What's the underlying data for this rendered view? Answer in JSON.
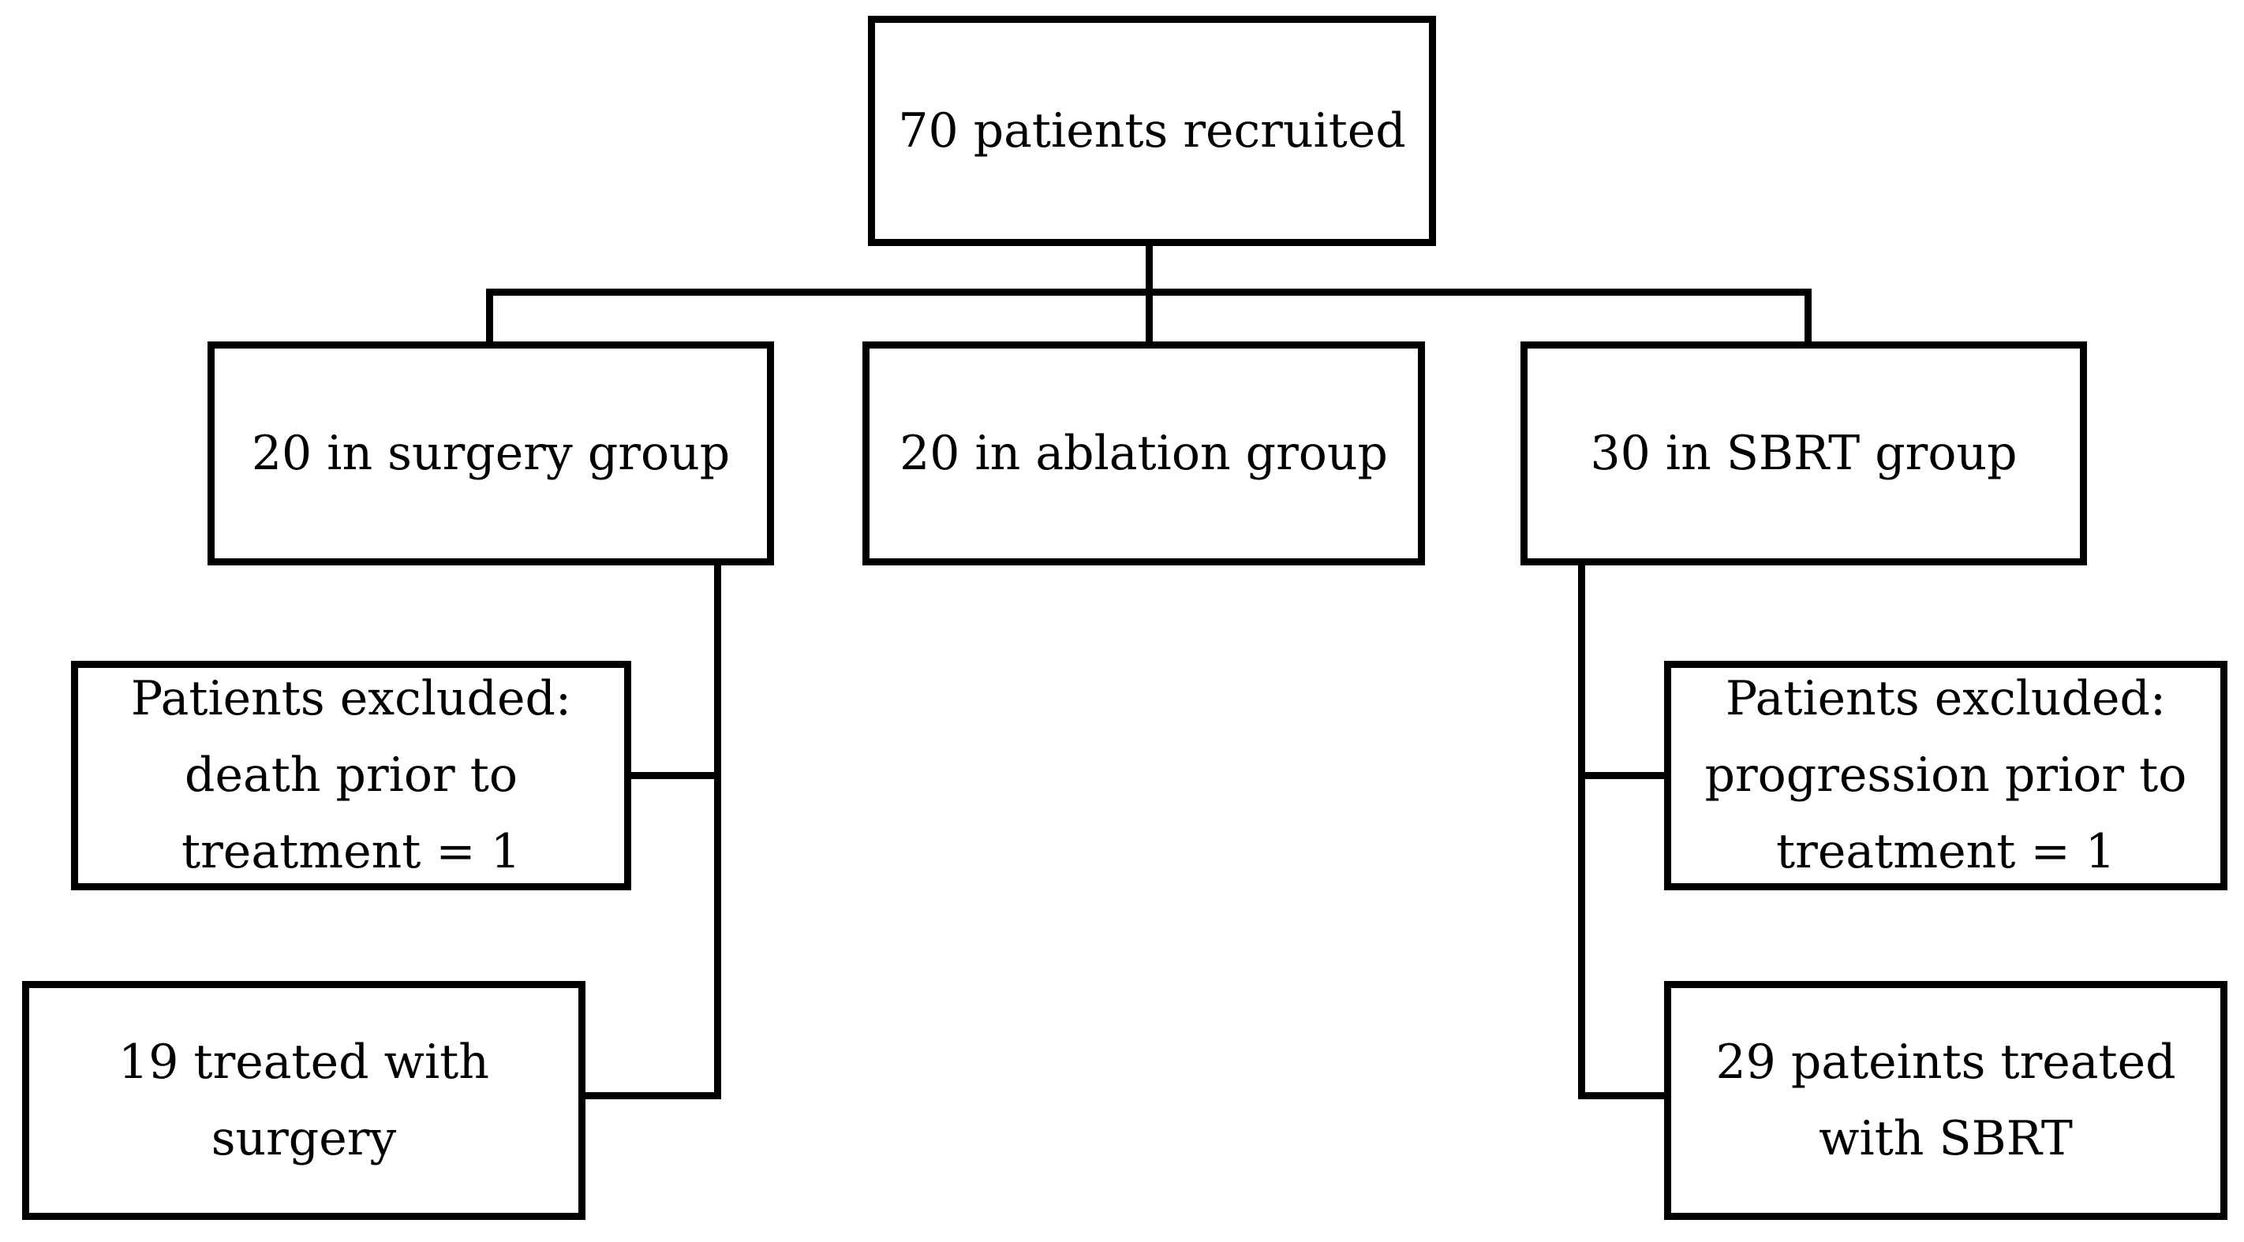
{
  "diagram": {
    "background_color": "#ffffff",
    "line_color": "#000000",
    "nodes": {
      "recruited": "70 patients recruited",
      "surgery_group": "20 in surgery group",
      "ablation_group": "20 in ablation group",
      "sbrt_group": "30 in SBRT group",
      "excluded_surgery": "Patients excluded:\ndeath prior to\ntreatment = 1",
      "treated_surgery": "19 treated with\nsurgery",
      "excluded_sbrt": "Patients excluded:\nprogression prior to\ntreatment = 1",
      "treated_sbrt": "29 pateints treated\nwith SBRT"
    }
  }
}
